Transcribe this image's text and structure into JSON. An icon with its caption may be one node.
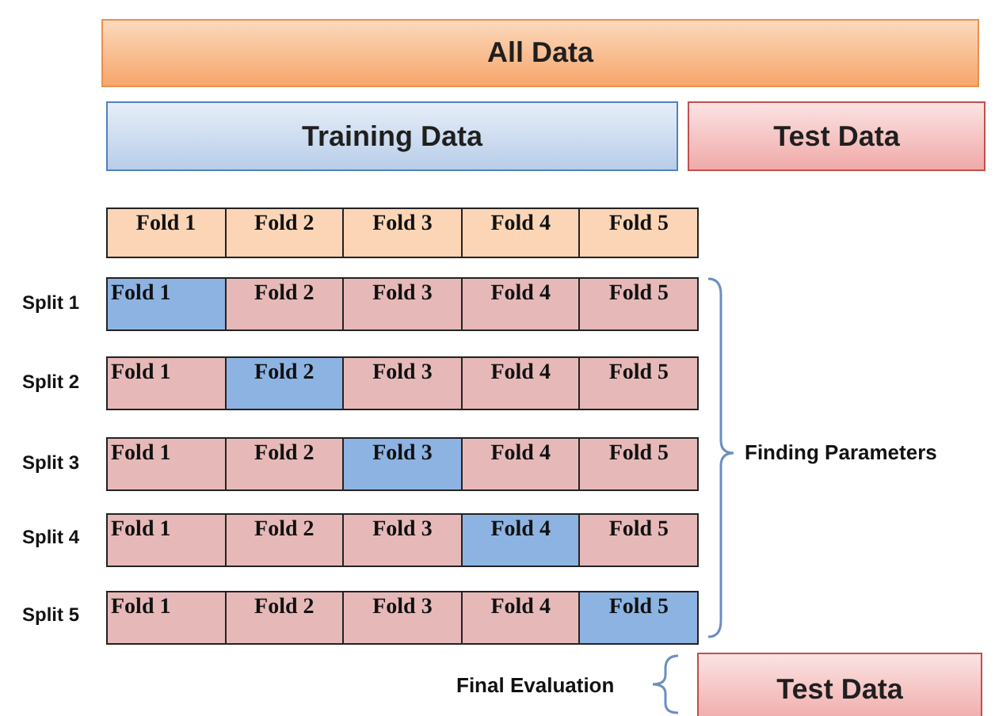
{
  "diagram": {
    "nodes": [
      {
        "text": [
          "All Data"
        ]
      },
      {
        "text": [
          "Training Data"
        ]
      },
      {
        "text": [
          "Test Data"
        ]
      },
      {
        "text": [
          "Fold 1"
        ]
      },
      {
        "text": [
          "Fold 2"
        ]
      },
      {
        "text": [
          "Fold 3"
        ]
      },
      {
        "text": [
          "Fold 4"
        ]
      },
      {
        "text": [
          "Fold 5"
        ]
      },
      {
        "text": [
          "Fold 1"
        ]
      },
      {
        "text": [
          "Fold 2"
        ]
      },
      {
        "text": [
          "Fold 3"
        ]
      },
      {
        "text": [
          "Fold 4"
        ]
      },
      {
        "text": [
          "Fold 5"
        ]
      },
      {
        "text": [
          "Fold 1"
        ]
      },
      {
        "text": [
          "Fold 2"
        ]
      },
      {
        "text": [
          "Fold 3"
        ]
      },
      {
        "text": [
          "Fold 4"
        ]
      },
      {
        "text": [
          "Fold 5"
        ]
      },
      {
        "text": [
          "Fold 1"
        ]
      },
      {
        "text": [
          "Fold 2"
        ]
      },
      {
        "text": [
          "Fold 3"
        ]
      },
      {
        "text": [
          "Fold 4"
        ]
      },
      {
        "text": [
          "Fold 5"
        ]
      },
      {
        "text": [
          "Fold 1"
        ]
      },
      {
        "text": [
          "Fold 2"
        ]
      },
      {
        "text": [
          "Fold 3"
        ]
      },
      {
        "text": [
          "Fold 4"
        ]
      },
      {
        "text": [
          "Fold 5"
        ]
      },
      {
        "text": [
          "Fold 1"
        ]
      },
      {
        "text": [
          "Fold 2"
        ]
      },
      {
        "text": [
          "Fold 3"
        ]
      },
      {
        "text": [
          "Fold 4"
        ]
      },
      {
        "text": [
          "Fold 5"
        ]
      },
      {
        "text": [
          "Test Data"
        ]
      }
    ],
    "edges": [],
    "labels": [
      "Split 1",
      "Split 2",
      "Split 3",
      "Split 4",
      "Split 5",
      "Finding Parameters",
      "Final Evaluation"
    ]
  }
}
